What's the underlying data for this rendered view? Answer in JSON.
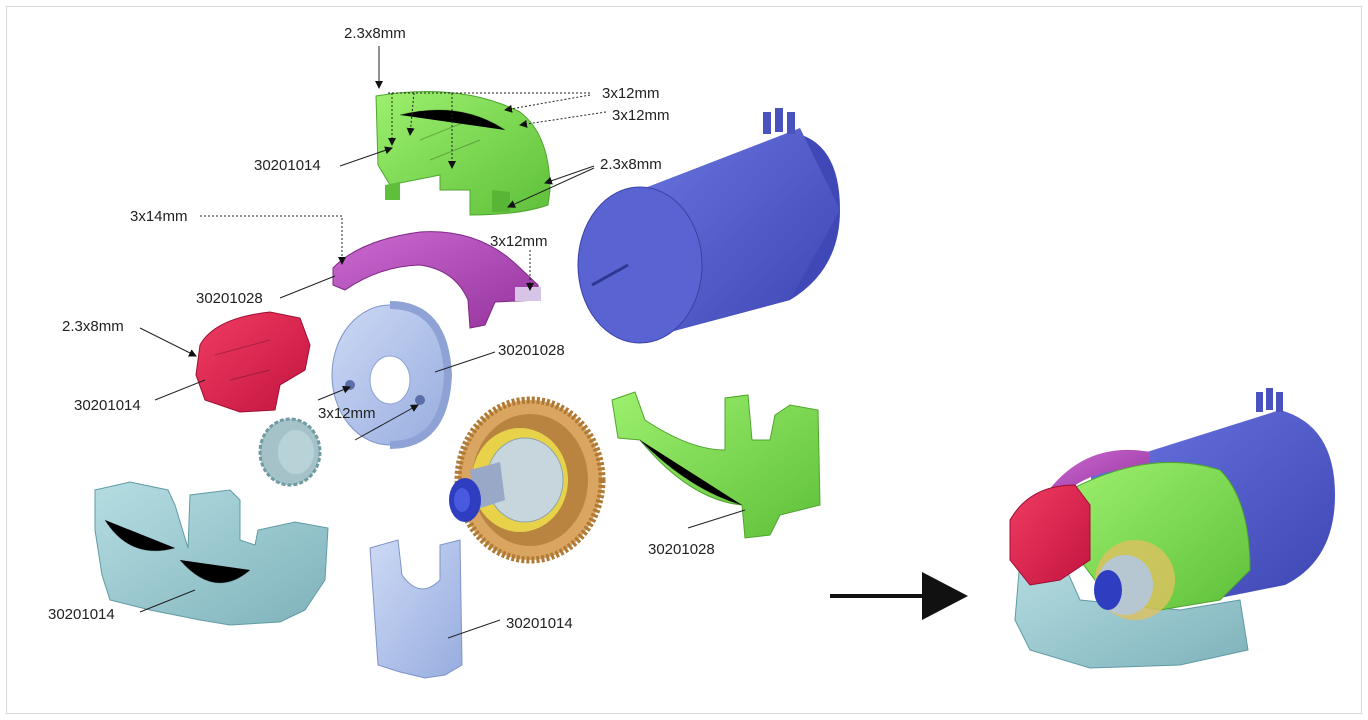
{
  "labels": {
    "top_screw": "2.3x8mm",
    "green_cover_screw_a": "3x12mm",
    "green_cover_screw_b": "3x12mm",
    "green_cover_part": "30201014",
    "green_cover_screw_c": "2.3x8mm",
    "bracket_screw_left": "3x14mm",
    "bracket_screw_right": "3x12mm",
    "bracket_part": "30201028",
    "red_screw": "2.3x8mm",
    "red_part": "30201014",
    "disc_part": "30201028",
    "disc_screw": "3x12mm",
    "green_fork_part": "30201028",
    "base_part": "30201014",
    "clip_part": "30201014"
  },
  "colors": {
    "blue_motor": "#4a55c8",
    "green_part": "#7edb52",
    "magenta_part": "#b04ab8",
    "red_part": "#e21e4a",
    "light_blue_part": "#aec2ea",
    "teal_part": "#96c7cf",
    "gear": "#c9954e",
    "arrow": "#111111"
  },
  "icons": {
    "assembly_arrow": "arrow-right-icon"
  }
}
